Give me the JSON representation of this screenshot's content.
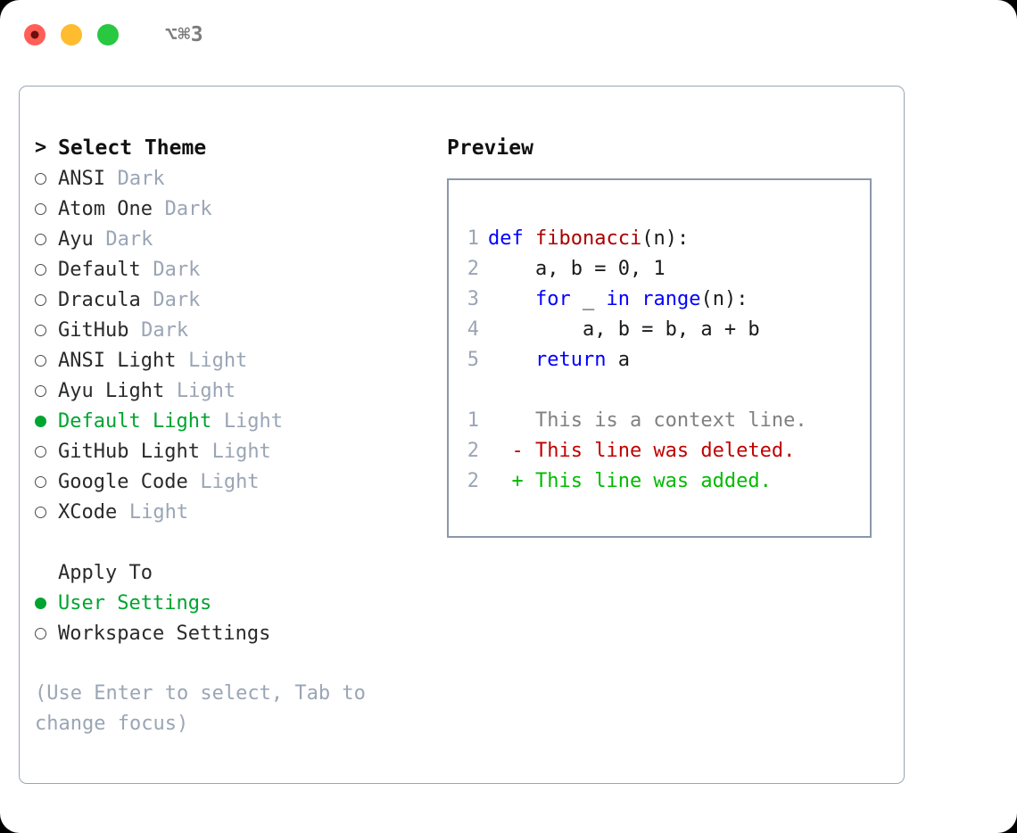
{
  "titlebar": {
    "shortcut": "⌥⌘3",
    "buttons": [
      {
        "name": "close",
        "color": "#ff5f57"
      },
      {
        "name": "minimize",
        "color": "#febc2e"
      },
      {
        "name": "maximize",
        "color": "#28c840"
      }
    ]
  },
  "theme_list": {
    "header": "Select Theme",
    "header_marker": ">",
    "items": [
      {
        "name": "ANSI",
        "variant": "Dark",
        "selected": false
      },
      {
        "name": "Atom One",
        "variant": "Dark",
        "selected": false
      },
      {
        "name": "Ayu",
        "variant": "Dark",
        "selected": false
      },
      {
        "name": "Default",
        "variant": "Dark",
        "selected": false
      },
      {
        "name": "Dracula",
        "variant": "Dark",
        "selected": false
      },
      {
        "name": "GitHub",
        "variant": "Dark",
        "selected": false
      },
      {
        "name": "ANSI Light",
        "variant": "Light",
        "selected": false
      },
      {
        "name": "Ayu Light",
        "variant": "Light",
        "selected": false
      },
      {
        "name": "Default Light",
        "variant": "Light",
        "selected": true
      },
      {
        "name": "GitHub Light",
        "variant": "Light",
        "selected": false
      },
      {
        "name": "Google Code",
        "variant": "Light",
        "selected": false
      },
      {
        "name": "XCode",
        "variant": "Light",
        "selected": false
      }
    ]
  },
  "apply_to": {
    "header": "Apply To",
    "items": [
      {
        "label": "User Settings",
        "selected": true
      },
      {
        "label": "Workspace Settings",
        "selected": false
      }
    ]
  },
  "hint": "(Use Enter to select, Tab to change focus)",
  "preview": {
    "title": "Preview",
    "code_lines": [
      {
        "no": "1",
        "tokens": [
          {
            "t": "def",
            "c": "kw"
          },
          {
            "t": " ",
            "c": "pl"
          },
          {
            "t": "fibonacci",
            "c": "fn"
          },
          {
            "t": "(n):",
            "c": "pl"
          }
        ]
      },
      {
        "no": "2",
        "tokens": [
          {
            "t": "    a, b = 0, 1",
            "c": "pl"
          }
        ]
      },
      {
        "no": "3",
        "tokens": [
          {
            "t": "    ",
            "c": "pl"
          },
          {
            "t": "for",
            "c": "kw"
          },
          {
            "t": " _ ",
            "c": "pl"
          },
          {
            "t": "in",
            "c": "kw"
          },
          {
            "t": " ",
            "c": "pl"
          },
          {
            "t": "range",
            "c": "kw"
          },
          {
            "t": "(n):",
            "c": "pl"
          }
        ]
      },
      {
        "no": "4",
        "tokens": [
          {
            "t": "        a, b = b, a + b",
            "c": "pl"
          }
        ]
      },
      {
        "no": "5",
        "tokens": [
          {
            "t": "    ",
            "c": "pl"
          },
          {
            "t": "return",
            "c": "kw"
          },
          {
            "t": " a",
            "c": "pl"
          }
        ]
      }
    ],
    "diff_lines": [
      {
        "no": "1",
        "prefix": " ",
        "text": "This is a context line.",
        "kind": "ctx"
      },
      {
        "no": "2",
        "prefix": "-",
        "text": "This line was deleted.",
        "kind": "del"
      },
      {
        "no": "2",
        "prefix": "+",
        "text": "This line was added.",
        "kind": "add"
      }
    ]
  },
  "colors": {
    "accent_green": "#00a430",
    "muted": "#9aa5b5",
    "keyword": "#0000ff",
    "function": "#aa0000",
    "diff_added": "#00bb00",
    "diff_deleted": "#c00000",
    "diff_context": "#808080",
    "panel_border": "#9aa5b5",
    "preview_border": "#8b97ab"
  }
}
